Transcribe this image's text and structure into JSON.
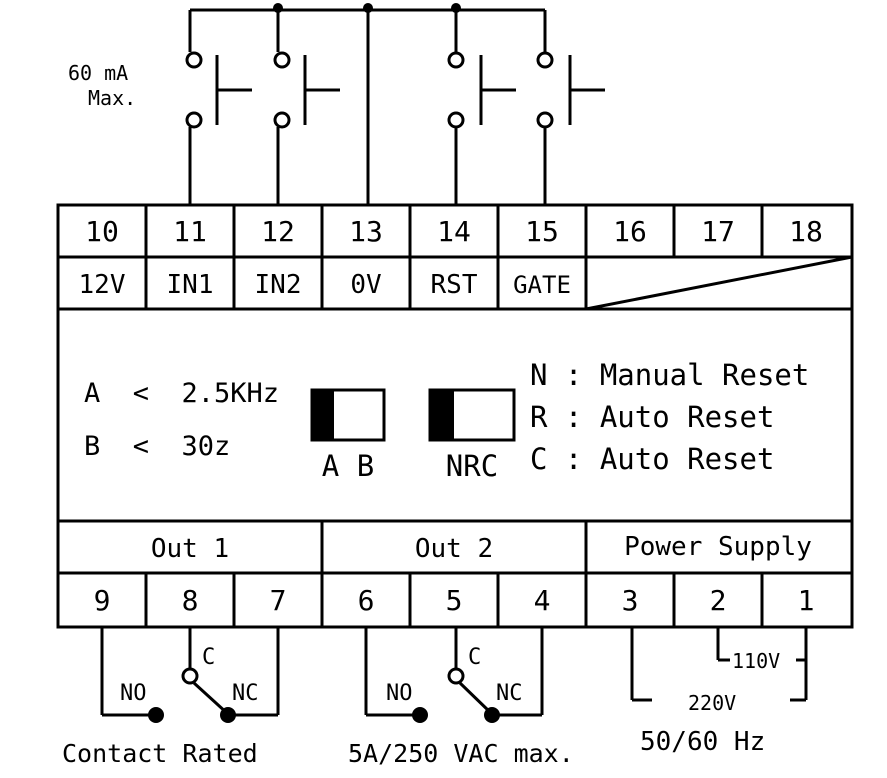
{
  "inputs": {
    "current_note_line1": "60 mA",
    "current_note_line2": "Max."
  },
  "top_terminals": [
    {
      "number": "10",
      "label": "12V"
    },
    {
      "number": "11",
      "label": "IN1"
    },
    {
      "number": "12",
      "label": "IN2"
    },
    {
      "number": "13",
      "label": "0V"
    },
    {
      "number": "14",
      "label": "RST"
    },
    {
      "number": "15",
      "label": "GATE"
    },
    {
      "number": "16",
      "label": ""
    },
    {
      "number": "17",
      "label": ""
    },
    {
      "number": "18",
      "label": ""
    }
  ],
  "frequency": {
    "a": "A  <  2.5KHz",
    "b": "B  <  30z"
  },
  "switch_ab_label": "A B",
  "switch_nrc_label": "NRC",
  "reset_modes": [
    "N : Manual Reset",
    "R : Auto Reset",
    "C : Auto Reset"
  ],
  "groups": {
    "out1": "Out 1",
    "out2": "Out 2",
    "power": "Power Supply"
  },
  "bottom_terminals": [
    "9",
    "8",
    "7",
    "6",
    "5",
    "4",
    "3",
    "2",
    "1"
  ],
  "contacts": {
    "common": "C",
    "no": "NO",
    "nc": "NC"
  },
  "power": {
    "v110": "110V",
    "v220": "220V",
    "freq": "50/60 Hz"
  },
  "rating": {
    "left": "Contact Rated",
    "right": "5A/250 VAC max."
  }
}
